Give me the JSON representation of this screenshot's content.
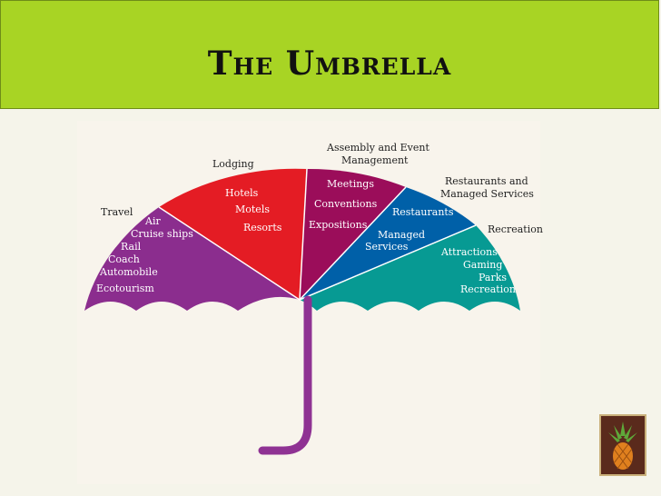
{
  "slide": {
    "title": "The Umbrella"
  },
  "diagram": {
    "segments": [
      {
        "heading": "Travel",
        "color": "#8b2d8e",
        "items": [
          "Air",
          "Cruise ships",
          "Rail",
          "Coach",
          "Automobile",
          "Ecotourism"
        ]
      },
      {
        "heading": "Lodging",
        "color": "#e41c24",
        "items": [
          "Hotels",
          "Motels",
          "Resorts"
        ]
      },
      {
        "heading_lines": [
          "Assembly and Event",
          "Management"
        ],
        "color": "#9b0d5a",
        "items": [
          "Meetings",
          "Conventions",
          "Expositions"
        ]
      },
      {
        "heading_lines": [
          "Restaurants and",
          "Managed Services"
        ],
        "color": "#0060a8",
        "items": [
          "Restaurants",
          "Managed",
          "Services"
        ]
      },
      {
        "heading": "Recreation",
        "color": "#079a93",
        "items": [
          "Attractions",
          "Gaming",
          "Parks",
          "Recreation"
        ]
      }
    ],
    "handle_color": "#8f3293"
  },
  "logo": {
    "icon": "pineapple-icon"
  }
}
